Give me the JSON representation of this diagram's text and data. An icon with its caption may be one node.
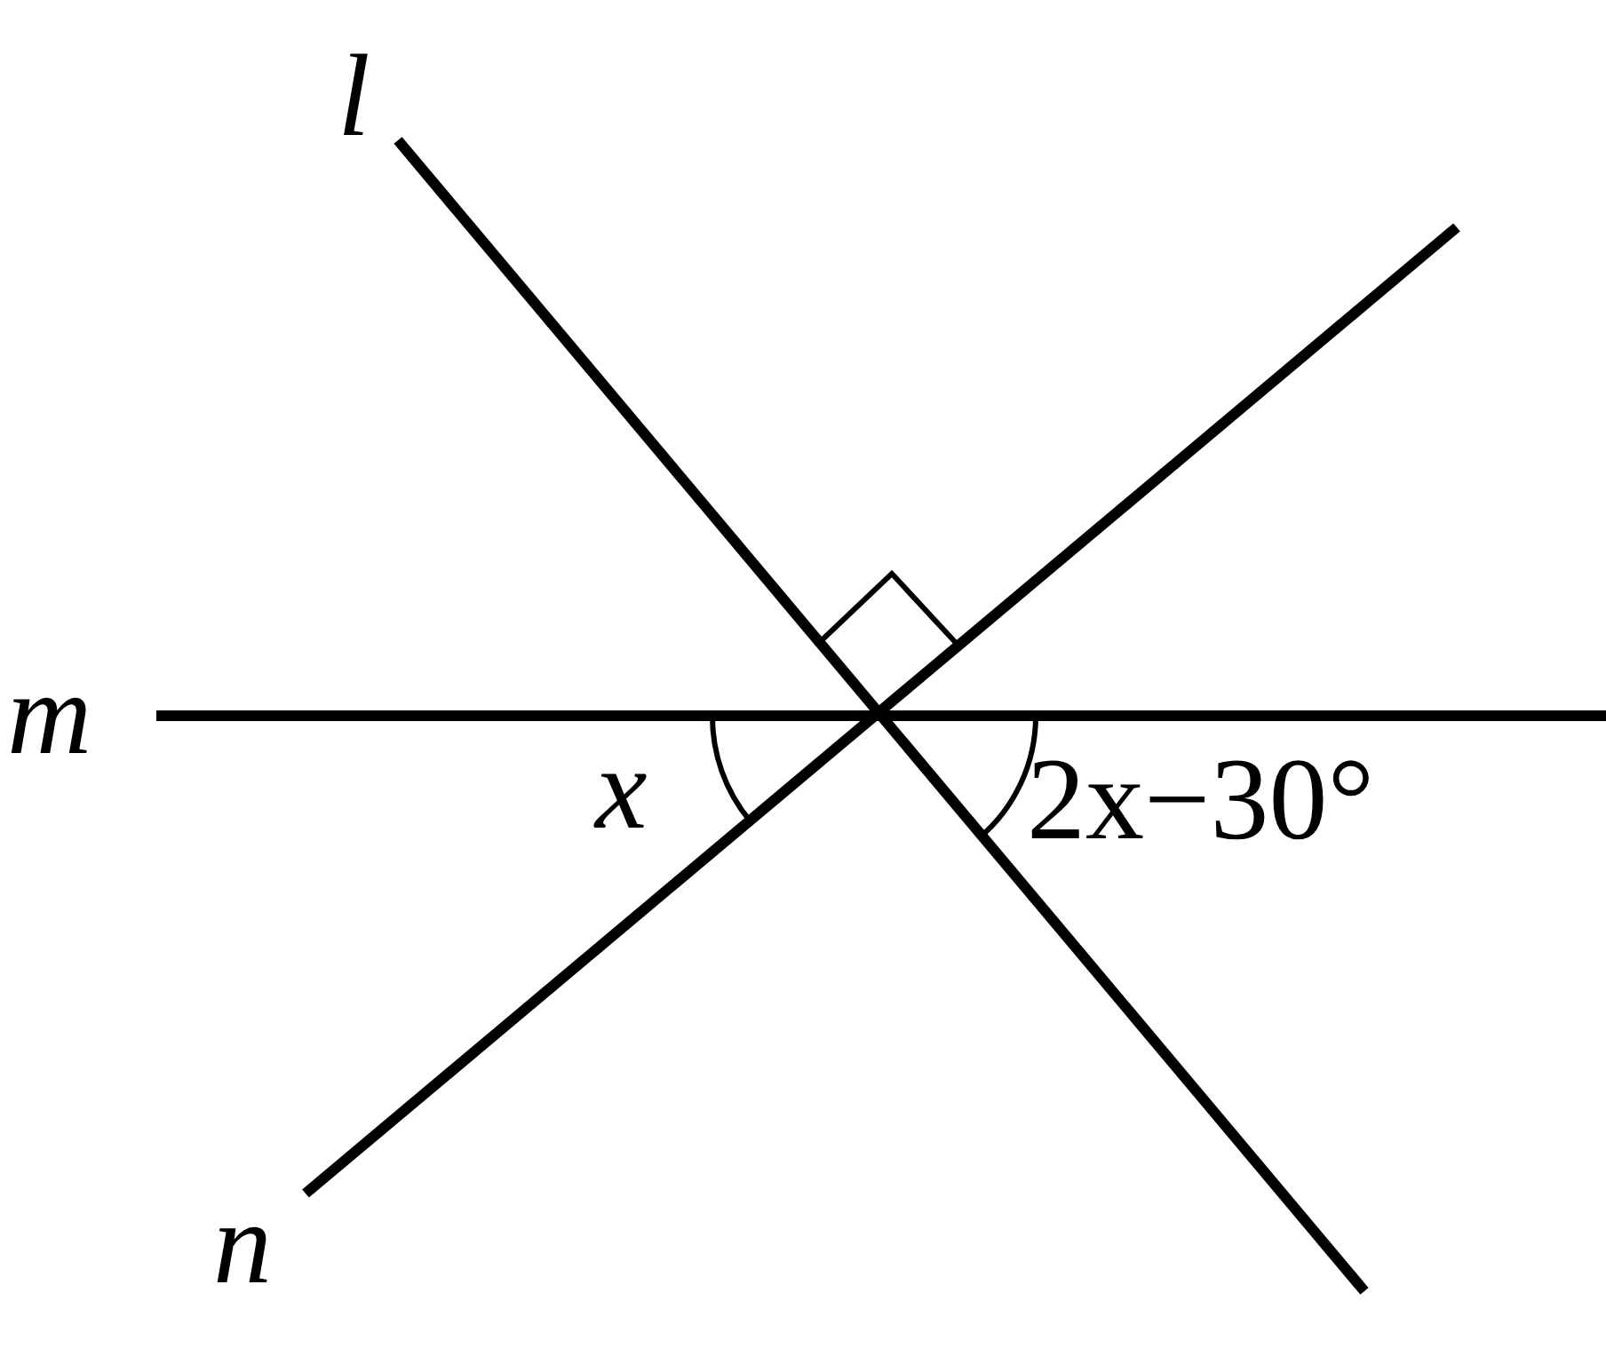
{
  "diagram": {
    "labels": [
      "l",
      "m",
      "x",
      "2x−30°",
      "n"
    ]
  }
}
